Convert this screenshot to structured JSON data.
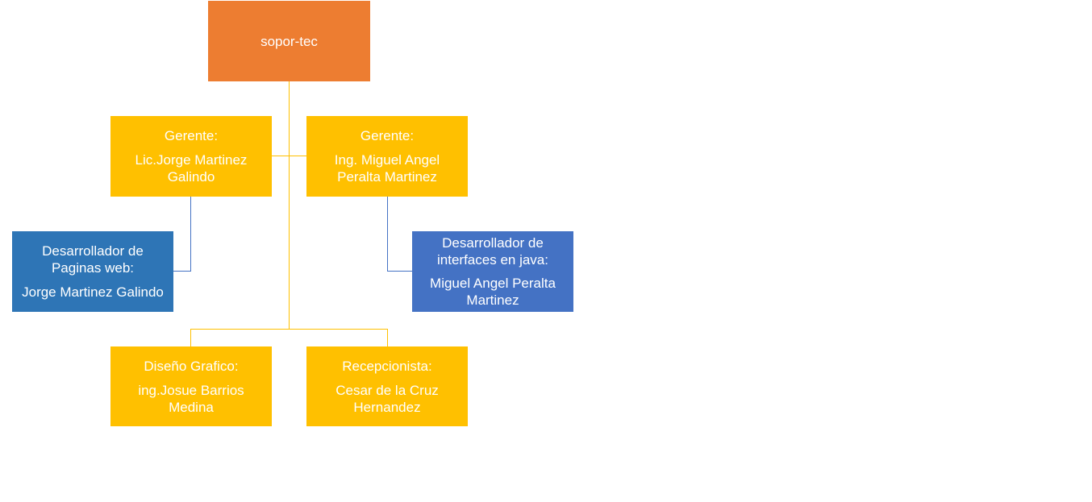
{
  "org_chart": {
    "root": {
      "title": "sopor-tec"
    },
    "manager_left": {
      "role": "Gerente:",
      "name": "Lic.Jorge Martinez Galindo"
    },
    "manager_right": {
      "role": "Gerente:",
      "name": "Ing. Miguel Angel Peralta Martinez"
    },
    "dev_left": {
      "role": "Desarrollador de Paginas web:",
      "name": "Jorge Martinez Galindo"
    },
    "dev_right": {
      "role": "Desarrollador de interfaces en java:",
      "name": "Miguel Angel Peralta Martinez"
    },
    "design": {
      "role": "Diseño Grafico:",
      "name": "ing.Josue Barrios Medina"
    },
    "reception": {
      "role": "Recepcionista:",
      "name": "Cesar de la Cruz Hernandez"
    }
  },
  "colors": {
    "root": "#ed7d31",
    "manager": "#ffc000",
    "dev_left": "#2e75b6",
    "dev_right": "#4472c4",
    "connector_gold": "#ffc000",
    "connector_blue": "#4472c4"
  }
}
